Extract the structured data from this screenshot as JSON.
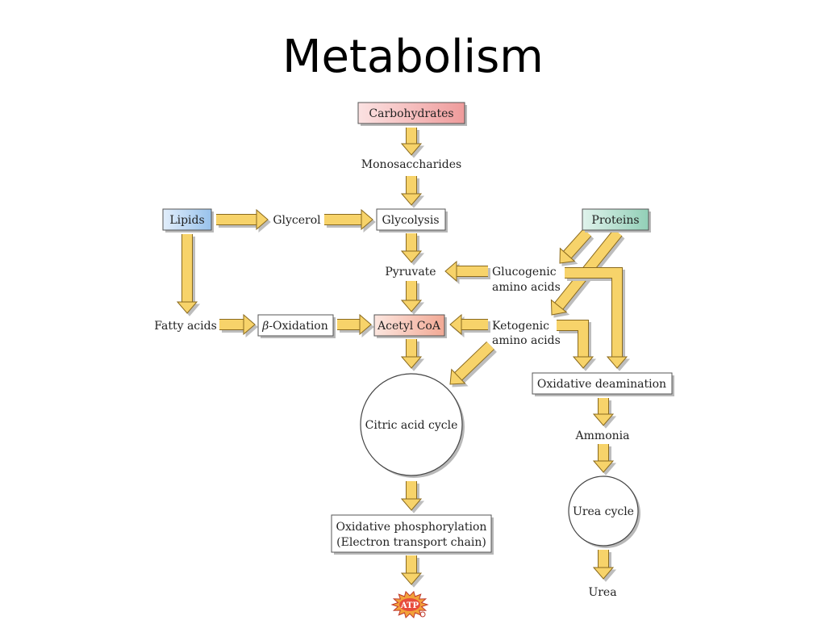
{
  "title": "Metabolism",
  "nodes": {
    "carbohydrates": "Carbohydrates",
    "monosaccharides": "Monosaccharides",
    "lipids": "Lipids",
    "glycerol": "Glycerol",
    "glycolysis": "Glycolysis",
    "proteins": "Proteins",
    "pyruvate": "Pyruvate",
    "glucogenic_1": "Glucogenic",
    "glucogenic_2": "amino acids",
    "fatty_acids": "Fatty acids",
    "beta_symbol": "β",
    "beta_oxidation": "-Oxidation",
    "acetyl_coa": "Acetyl CoA",
    "ketogenic_1": "Ketogenic",
    "ketogenic_2": "amino acids",
    "oxidative_deamination": "Oxidative deamination",
    "citric_acid_cycle": "Citric acid cycle",
    "ammonia": "Ammonia",
    "oxphos_1": "Oxidative phosphorylation",
    "oxphos_2": "(Electron transport chain)",
    "urea_cycle": "Urea cycle",
    "urea": "Urea",
    "atp": "ATP"
  },
  "colors": {
    "arrow_fill": "#f7d36a",
    "arrow_stroke": "#8a6a1e",
    "carbohydrates_box": "#f0a0a0",
    "lipids_box": "#a9cbee",
    "proteins_box": "#a8d9c6",
    "acetyl_coa_box": "#f4b6a6",
    "atp_burst": "#f2a23a"
  }
}
